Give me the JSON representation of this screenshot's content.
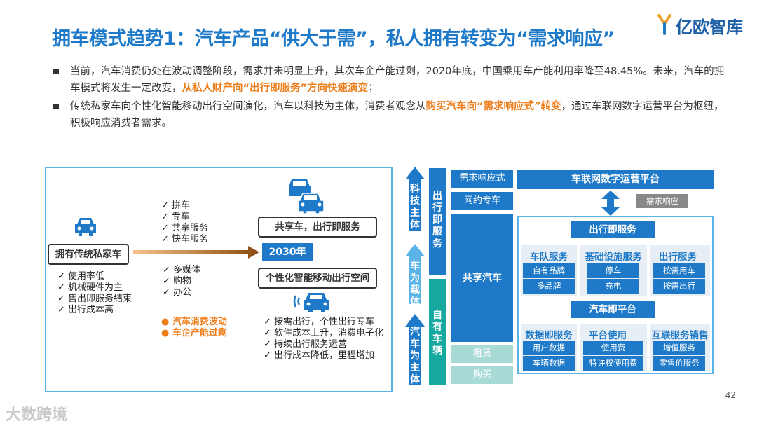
{
  "title": "拥车模式趋势1：汽车产品“供大于需”，私人拥有转变为“需求响应”",
  "logo": {
    "text": "亿欧智库"
  },
  "bullets": [
    {
      "before": "当前，汽车消费仍处在波动调整阶段，需求并未明显上升，其次车企产能过剩，2020年底，中国乘用车产能利用率降至48.45%。未来，汽车的拥车模式将发生一定改变，",
      "highlight": "从私人财产向“出行即服务”方向快速演变",
      "after": "；"
    },
    {
      "before": "传统私家车向个性化智能移动出行空间演化，汽车以科技为主体，消费者观念从",
      "highlight": "购买汽车向“需求响应式”转变",
      "after": "，通过车联网数字运营平台为枢纽，积极响应消费者需求。"
    }
  ],
  "left_diagram": {
    "private_car": "拥有传统私家车",
    "private_traits": [
      "✓ 使用率低",
      "✓ 机械硬件为主",
      "✓ 售出即服务结束",
      "✓ 出行成本高"
    ],
    "services": [
      "✓ 拼车",
      "✓ 专车",
      "✓ 共享服务",
      "✓ 快车服务"
    ],
    "media": [
      "✓ 多媒体",
      "✓ 购物",
      "✓ 办公"
    ],
    "factors": [
      "● 汽车消费波动",
      "● 车企产能过剩"
    ],
    "year": "2030年",
    "shared_box": "共享车，出行即服务",
    "smart_box": "个性化智能移动出行空间",
    "smart_traits": [
      "✓ 按需出行，个性出行专车",
      "✓ 软件成本上升，消费电子化",
      "✓ 持续出行服务运营",
      "✓ 出行成本降低，里程增加"
    ]
  },
  "right_diagram": {
    "tech_subject": "科技主体",
    "car_carrier": "车为载体",
    "car_subject": "汽车为主体",
    "mobility_service": "出行即服务",
    "own_vehicle": "自有车辆",
    "demand_response": "需求响应式",
    "ride_hailing": "网约专车",
    "shared_car": "共享汽车",
    "lease": "租赁",
    "purchase": "购买",
    "platform": "车联网数字运营平台",
    "demand_tag": "需求响应",
    "maas_header": "出行即服务",
    "fleet": {
      "title": "车队服务",
      "items": [
        "自有品牌",
        "多品牌"
      ]
    },
    "infra": {
      "title": "基础设施服务",
      "items": [
        "停车",
        "充电"
      ]
    },
    "trip": {
      "title": "出行服务",
      "items": [
        "按需用车",
        "按需出行"
      ]
    },
    "platform_header": "汽车即平台",
    "data": {
      "title": "数据即服务",
      "items": [
        "用户数据",
        "车辆数据"
      ]
    },
    "usage": {
      "title": "平台使用",
      "items": [
        "使用费",
        "特许权使用费"
      ]
    },
    "retail": {
      "title": "互联服务销售",
      "items": [
        "增值服务",
        "零售价服务"
      ]
    }
  },
  "page_number": "42",
  "watermark": "大数跨境",
  "colors": {
    "primary": "#1e7ac8",
    "accent": "#ee7d1b",
    "teal": "#17a9a0",
    "light_blue": "#5ab4e8"
  }
}
